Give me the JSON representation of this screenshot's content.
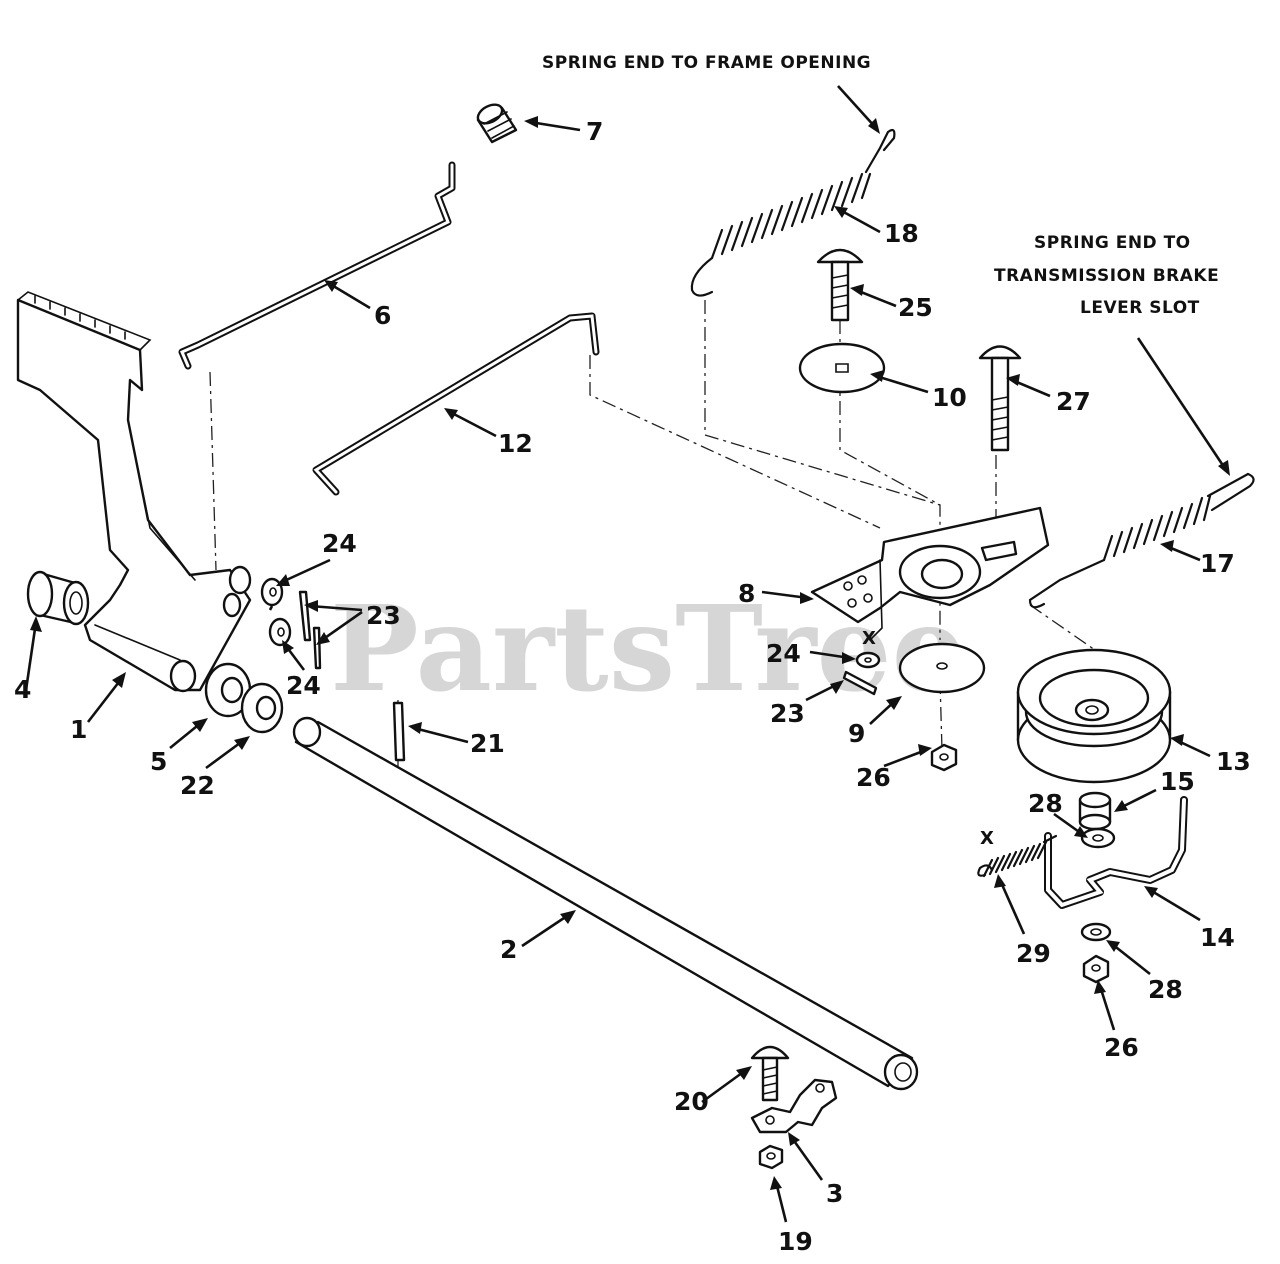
{
  "watermark": "PartsTree",
  "notes": {
    "spring_frame": "SPRING END TO FRAME OPENING",
    "spring_brake_line1": "SPRING END TO",
    "spring_brake_line2": "TRANSMISSION BRAKE",
    "spring_brake_line3": "LEVER SLOT"
  },
  "callouts": {
    "n1": "1",
    "n2": "2",
    "n3": "3",
    "n4": "4",
    "n5": "5",
    "n6": "6",
    "n7": "7",
    "n8": "8",
    "n9": "9",
    "n10": "10",
    "n12": "12",
    "n13": "13",
    "n14": "14",
    "n15": "15",
    "n17": "17",
    "n18": "18",
    "n19": "19",
    "n20": "20",
    "n21": "21",
    "n22": "22",
    "n23a": "23",
    "n23b": "23",
    "n24a": "24",
    "n24b": "24",
    "n24c": "24",
    "n25": "25",
    "n26a": "26",
    "n26b": "26",
    "n27": "27",
    "n28a": "28",
    "n28b": "28",
    "n29": "29"
  },
  "markers": {
    "x1": "X",
    "x2": "X"
  }
}
